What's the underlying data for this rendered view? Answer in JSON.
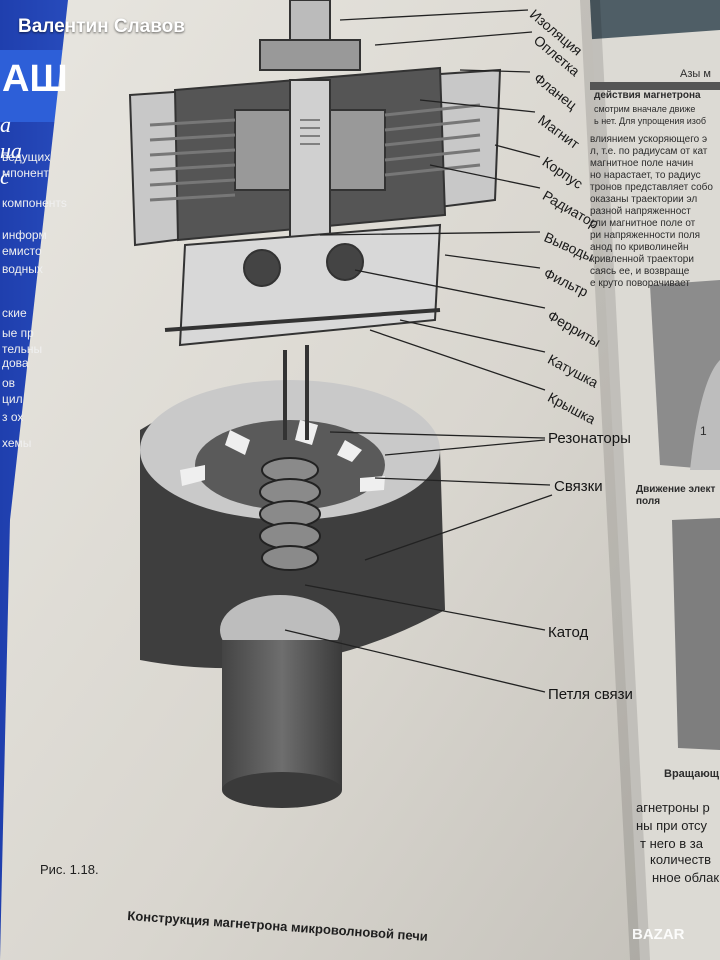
{
  "photo": {
    "seller_name": "Валентин Славов",
    "watermark": "BAZAR",
    "left_cover": {
      "title_fragment": "АШ",
      "subtitle_fragment": "а на с",
      "text_lines": [
        "ведущих",
        "мпонент",
        "компонентs",
        "информ",
        "емисто",
        "водных",
        "ские",
        "ые пр",
        "тельны",
        "дова",
        "ов",
        "цил",
        "з ох",
        "хемы"
      ]
    },
    "book": {
      "figure_caption_number": "Рис. 1.18.",
      "figure_caption": "Конструкция магнетрона микроволновой печи",
      "top_labels": [
        "Изоляция",
        "Оплетка",
        "Фланец",
        "Магнит",
        "Корпус",
        "Радиатор",
        "Выводы",
        "Фильтр",
        "Ферриты",
        "Катушка",
        "Крышка"
      ],
      "bottom_labels": [
        "Резонаторы",
        "Связки",
        "Катод",
        "Петля связи"
      ],
      "right_page": {
        "header": "Азы м",
        "section_title": "действия магнетрона",
        "intro_lines": [
          "смотрим вначале движе",
          "ь нет. Для упрощения изоб"
        ],
        "body_lines": [
          "влиянием ускоряющего э",
          "л, т.е. по радиусам от кат",
          "магнитное поле начин",
          "но нарастает, то радиус",
          "тронов представляет собо",
          "оказаны траектории эл",
          "разной напряженност",
          "сли магнитное поле от",
          "ри напряженности поля",
          "анод по криволинейн",
          "кривленной траектори",
          "саясь ее, и возвраще",
          "е круто поворачивает"
        ],
        "figure_caption_1": [
          "Движение элект",
          "поля"
        ],
        "figure_number_fragment": "1",
        "figure_caption_2": "Вращающ",
        "lower_lines": [
          "агнетроны р",
          "ны при отсу",
          "т него в за",
          "количеств",
          "нное облак"
        ]
      }
    }
  }
}
